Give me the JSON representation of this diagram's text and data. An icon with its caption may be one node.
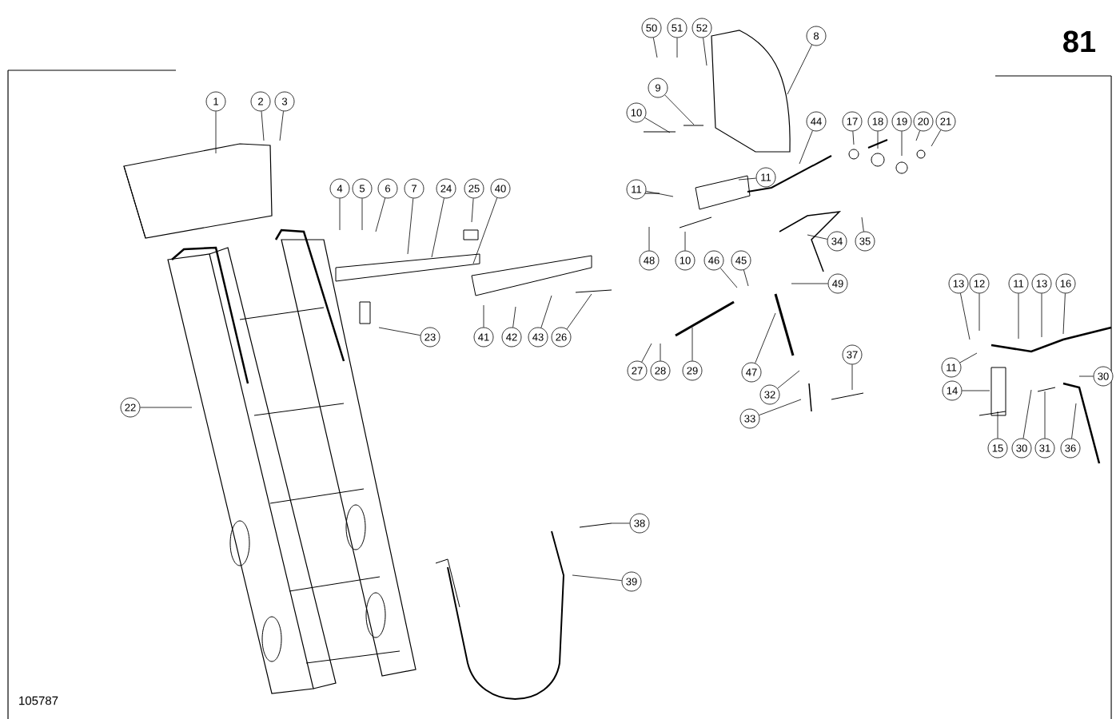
{
  "diagram": {
    "nodes": [
      {
        "text": [
          "1"
        ]
      },
      {
        "text": [
          "2"
        ]
      },
      {
        "text": [
          "3"
        ]
      },
      {
        "text": [
          "50"
        ]
      },
      {
        "text": [
          "51"
        ]
      },
      {
        "text": [
          "52"
        ]
      },
      {
        "text": [
          "8"
        ]
      },
      {
        "text": [
          "9"
        ]
      },
      {
        "text": [
          "10"
        ]
      },
      {
        "text": [
          "44"
        ]
      },
      {
        "text": [
          "17"
        ]
      },
      {
        "text": [
          "18"
        ]
      },
      {
        "text": [
          "19"
        ]
      },
      {
        "text": [
          "20"
        ]
      },
      {
        "text": [
          "21"
        ]
      },
      {
        "text": [
          "11"
        ]
      },
      {
        "text": [
          "11"
        ]
      },
      {
        "text": [
          "4"
        ]
      },
      {
        "text": [
          "5"
        ]
      },
      {
        "text": [
          "6"
        ]
      },
      {
        "text": [
          "7"
        ]
      },
      {
        "text": [
          "24"
        ]
      },
      {
        "text": [
          "25"
        ]
      },
      {
        "text": [
          "40"
        ]
      },
      {
        "text": [
          "35"
        ]
      },
      {
        "text": [
          "34"
        ]
      },
      {
        "text": [
          "48"
        ]
      },
      {
        "text": [
          "10"
        ]
      },
      {
        "text": [
          "46"
        ]
      },
      {
        "text": [
          "45"
        ]
      },
      {
        "text": [
          "49"
        ]
      },
      {
        "text": [
          "13"
        ]
      },
      {
        "text": [
          "12"
        ]
      },
      {
        "text": [
          "11"
        ]
      },
      {
        "text": [
          "13"
        ]
      },
      {
        "text": [
          "16"
        ]
      },
      {
        "text": [
          "23"
        ]
      },
      {
        "text": [
          "41"
        ]
      },
      {
        "text": [
          "42"
        ]
      },
      {
        "text": [
          "43"
        ]
      },
      {
        "text": [
          "26"
        ]
      },
      {
        "text": [
          "27"
        ]
      },
      {
        "text": [
          "28"
        ]
      },
      {
        "text": [
          "29"
        ]
      },
      {
        "text": [
          "37"
        ]
      },
      {
        "text": [
          "47"
        ]
      },
      {
        "text": [
          "11"
        ]
      },
      {
        "text": [
          "30"
        ]
      },
      {
        "text": [
          "14"
        ]
      },
      {
        "text": [
          "32"
        ]
      },
      {
        "text": [
          "33"
        ]
      },
      {
        "text": [
          "22"
        ]
      },
      {
        "text": [
          "15"
        ]
      },
      {
        "text": [
          "30"
        ]
      },
      {
        "text": [
          "31"
        ]
      },
      {
        "text": [
          "36"
        ]
      },
      {
        "text": [
          "38"
        ]
      },
      {
        "text": [
          "39"
        ]
      }
    ],
    "edges": [
      {
        "from": 0,
        "to": null,
        "arrow": "none"
      },
      {
        "from": 1,
        "to": null,
        "arrow": "none"
      },
      {
        "from": 2,
        "to": null,
        "arrow": "none"
      },
      {
        "from": 3,
        "to": null,
        "arrow": "none"
      },
      {
        "from": 4,
        "to": null,
        "arrow": "none"
      },
      {
        "from": 5,
        "to": null,
        "arrow": "none"
      },
      {
        "from": 6,
        "to": null,
        "arrow": "none"
      },
      {
        "from": 7,
        "to": null,
        "arrow": "none"
      },
      {
        "from": 8,
        "to": null,
        "arrow": "none"
      },
      {
        "from": 9,
        "to": null,
        "arrow": "none"
      },
      {
        "from": 10,
        "to": null,
        "arrow": "none"
      },
      {
        "from": 11,
        "to": null,
        "arrow": "none"
      },
      {
        "from": 12,
        "to": null,
        "arrow": "none"
      },
      {
        "from": 13,
        "to": null,
        "arrow": "none"
      },
      {
        "from": 14,
        "to": null,
        "arrow": "none"
      },
      {
        "from": 15,
        "to": null,
        "arrow": "none"
      },
      {
        "from": 16,
        "to": null,
        "arrow": "none"
      },
      {
        "from": 17,
        "to": null,
        "arrow": "none"
      },
      {
        "from": 18,
        "to": null,
        "arrow": "none"
      },
      {
        "from": 19,
        "to": null,
        "arrow": "none"
      },
      {
        "from": 20,
        "to": null,
        "arrow": "none"
      },
      {
        "from": 21,
        "to": null,
        "arrow": "none"
      },
      {
        "from": 22,
        "to": null,
        "arrow": "none"
      },
      {
        "from": 23,
        "to": null,
        "arrow": "none"
      },
      {
        "from": 24,
        "to": null,
        "arrow": "none"
      },
      {
        "from": 25,
        "to": null,
        "arrow": "none"
      },
      {
        "from": 26,
        "to": null,
        "arrow": "none"
      },
      {
        "from": 27,
        "to": null,
        "arrow": "none"
      },
      {
        "from": 28,
        "to": null,
        "arrow": "none"
      },
      {
        "from": 29,
        "to": null,
        "arrow": "none"
      },
      {
        "from": 30,
        "to": null,
        "arrow": "none"
      },
      {
        "from": 31,
        "to": null,
        "arrow": "none"
      },
      {
        "from": 32,
        "to": null,
        "arrow": "none"
      },
      {
        "from": 33,
        "to": null,
        "arrow": "none"
      },
      {
        "from": 34,
        "to": null,
        "arrow": "none"
      },
      {
        "from": 35,
        "to": null,
        "arrow": "none"
      },
      {
        "from": 36,
        "to": null,
        "arrow": "none"
      },
      {
        "from": 37,
        "to": null,
        "arrow": "none"
      },
      {
        "from": 38,
        "to": null,
        "arrow": "none"
      },
      {
        "from": 39,
        "to": null,
        "arrow": "none"
      },
      {
        "from": 40,
        "to": null,
        "arrow": "none"
      },
      {
        "from": 41,
        "to": null,
        "arrow": "none"
      },
      {
        "from": 42,
        "to": null,
        "arrow": "none"
      },
      {
        "from": 43,
        "to": null,
        "arrow": "none"
      },
      {
        "from": 44,
        "to": null,
        "arrow": "none"
      },
      {
        "from": 45,
        "to": null,
        "arrow": "none"
      },
      {
        "from": 46,
        "to": null,
        "arrow": "none"
      },
      {
        "from": 47,
        "to": null,
        "arrow": "none"
      },
      {
        "from": 48,
        "to": null,
        "arrow": "none"
      },
      {
        "from": 49,
        "to": null,
        "arrow": "none"
      },
      {
        "from": 50,
        "to": null,
        "arrow": "none"
      },
      {
        "from": 51,
        "to": null,
        "arrow": "none"
      },
      {
        "from": 52,
        "to": null,
        "arrow": "none"
      },
      {
        "from": 53,
        "to": null,
        "arrow": "none"
      },
      {
        "from": 54,
        "to": null,
        "arrow": "none"
      },
      {
        "from": 55,
        "to": null,
        "arrow": "none"
      },
      {
        "from": 56,
        "to": null,
        "arrow": "none"
      },
      {
        "from": 57,
        "to": null,
        "arrow": "none"
      }
    ],
    "labels": [
      "81",
      "105787"
    ]
  }
}
